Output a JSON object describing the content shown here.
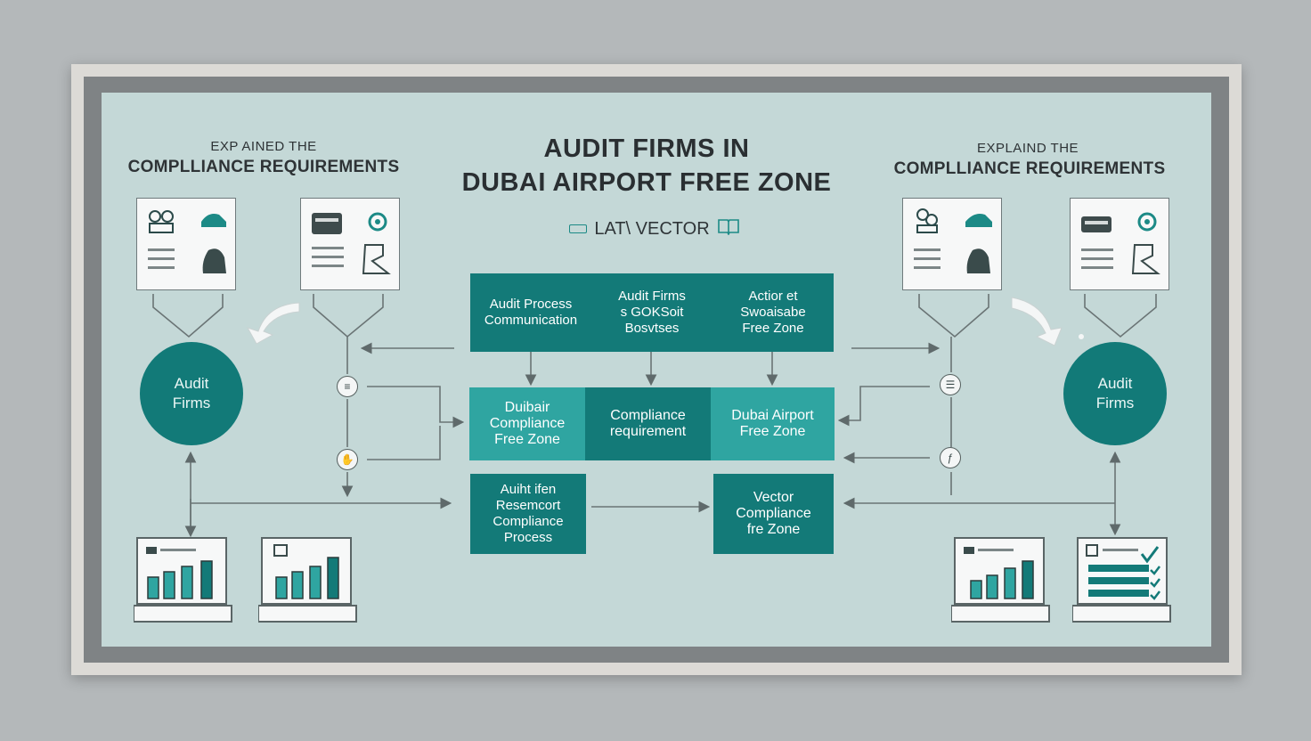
{
  "title": {
    "line1": "AUDIT FIRMS IN",
    "line2": "DUBAI AIRPORT FREE ZONE"
  },
  "subtitle": "LAT\\ VECTOR",
  "left_header": {
    "small": "EXP AINED THE",
    "big": "COMPLLIANCE REQUIREMENTS"
  },
  "right_header": {
    "small": "EXPLAIND THE",
    "big": "COMPLLIANCE REQUIREMENTS"
  },
  "left_circle": {
    "label": "Audit\nFirms"
  },
  "right_circle": {
    "label": "Audit\nFirms"
  },
  "top_row": [
    {
      "label": "Audit Process\nCommunication"
    },
    {
      "label": "Audit Firms\ns GOKSoit\nBosvtses"
    },
    {
      "label": "Actior et\nSwoaisabe\nFree Zone"
    }
  ],
  "middle_row": [
    {
      "label": "Duibair\nCompliance\nFree Zone"
    },
    {
      "label": "Compliance\nrequirement"
    },
    {
      "label": "Dubai Airport\nFree  Zone"
    }
  ],
  "bottom_row": [
    {
      "label": "Auiht ifen\nResemcort\nCompliance\nProcess"
    },
    {
      "label": "Vector\nCompliance\nfre Zone"
    }
  ],
  "colors": {
    "board": "#c4d8d7",
    "teal_dark": "#137a78",
    "teal_light": "#2fa5a1",
    "text": "#2a2f32"
  },
  "icons": {
    "subtitle_left": "minus-icon",
    "subtitle_right": "book-icon"
  }
}
